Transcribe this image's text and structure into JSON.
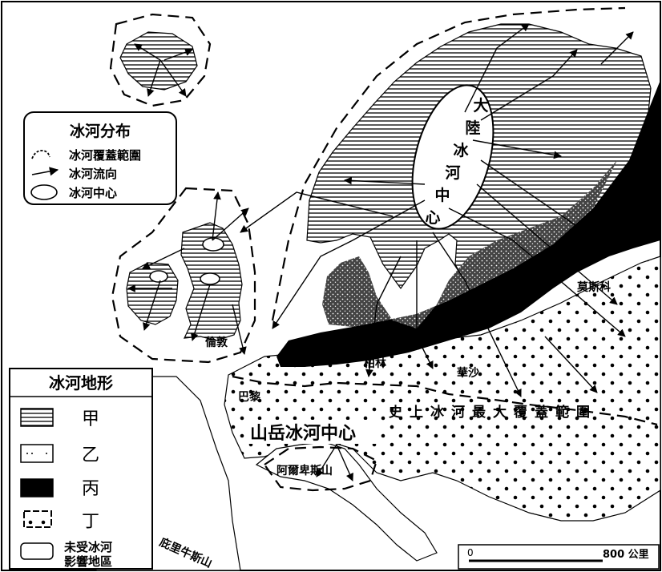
{
  "legend_distribution": {
    "title": "冰河分布",
    "items": [
      {
        "icon": "glacier-coverage-icon",
        "label": "冰河覆蓋範圍"
      },
      {
        "icon": "glacier-flow-arrow-icon",
        "label": "冰河流向"
      },
      {
        "icon": "glacier-center-ellipse-icon",
        "label": "冰河中心"
      }
    ]
  },
  "legend_landforms": {
    "title": "冰河地形",
    "items": [
      {
        "icon": "pattern-horizontal-lines-icon",
        "label": "甲"
      },
      {
        "icon": "pattern-speckle-icon",
        "label": "乙"
      },
      {
        "icon": "pattern-solid-black-icon",
        "label": "丙"
      },
      {
        "icon": "pattern-dots-icon",
        "label": "丁"
      },
      {
        "icon": "pattern-blank-icon",
        "label_line1": "未受冰河",
        "label_line2": "影響地區"
      }
    ]
  },
  "labels": {
    "continental_center": [
      "大",
      "陸",
      "冰",
      "河",
      "中",
      "心"
    ],
    "mountain_center": "山岳冰河中心",
    "max_coverage": "史上冰河最大覆蓋範圍",
    "moscow": "莫斯科",
    "berlin": "柏林",
    "warsaw": "華沙",
    "london": "倫敦",
    "paris": "巴黎",
    "alps": "阿爾卑斯山",
    "pyrenees": "庇里牛斯山"
  },
  "scale": {
    "start": "0",
    "end": "800 公里"
  },
  "colors": {
    "ink": "#000000",
    "paper": "#ffffff"
  }
}
